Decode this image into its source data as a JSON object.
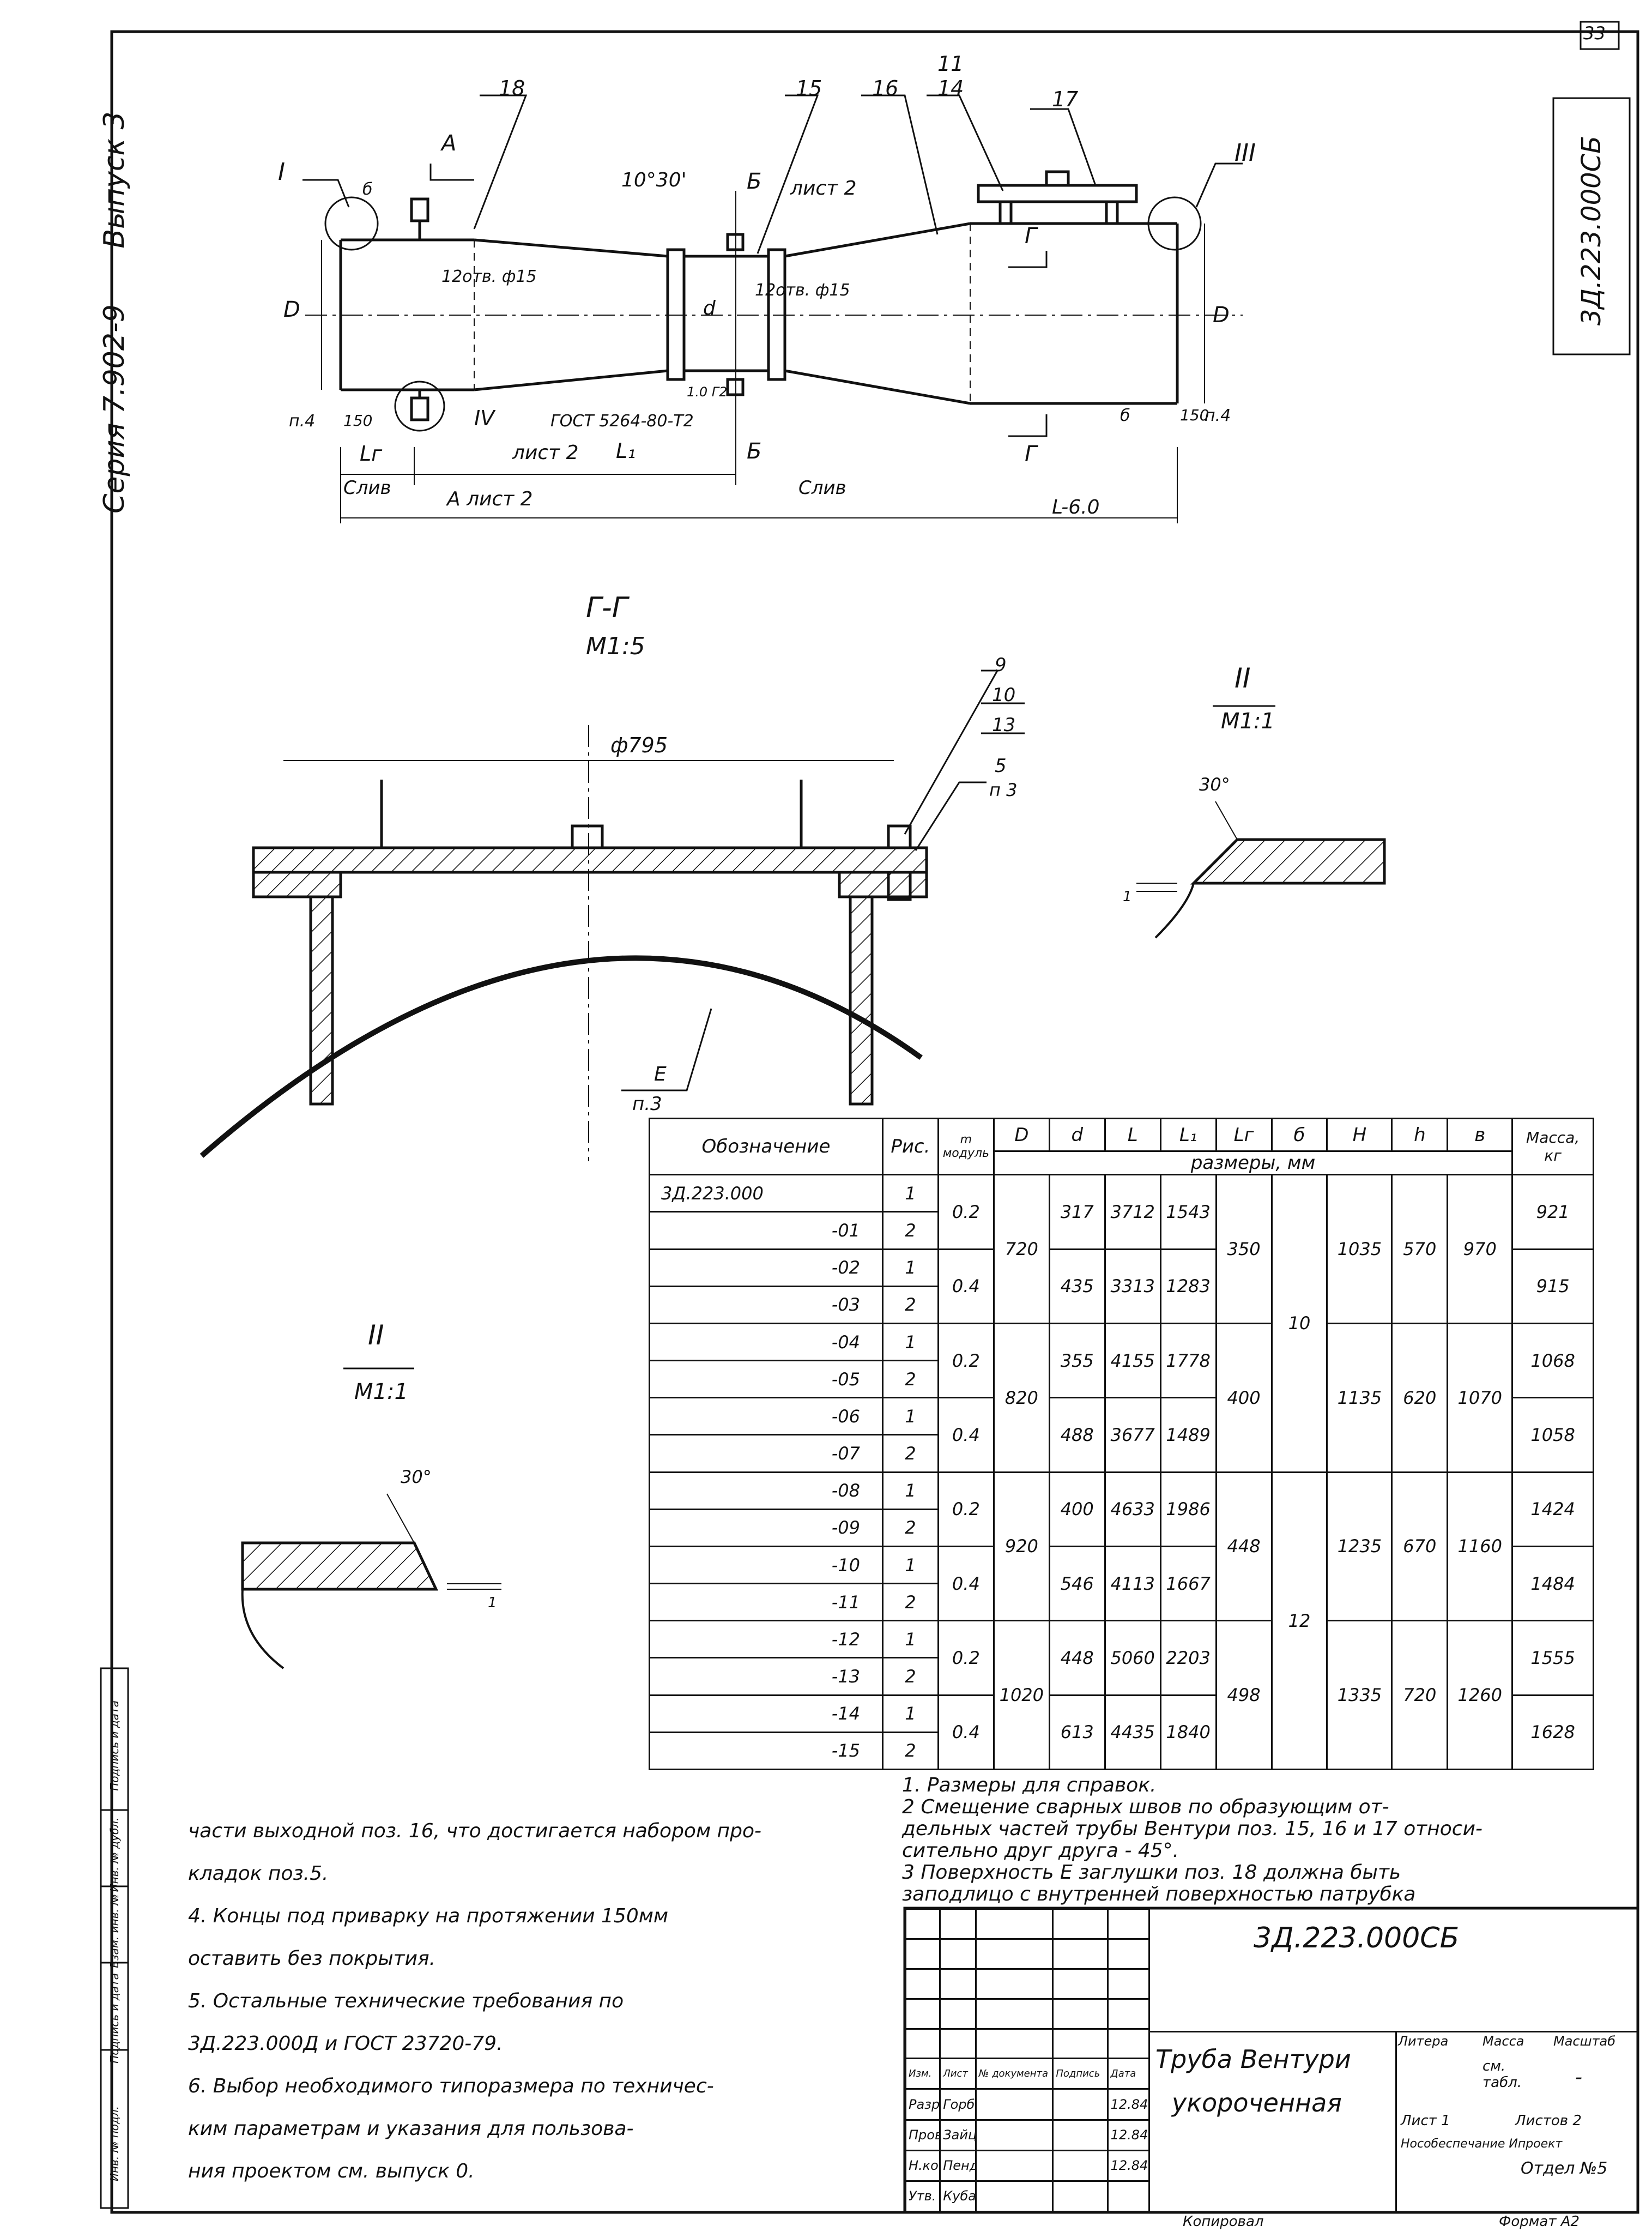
{
  "sheet": {
    "page_number": "33",
    "side_code": "3Д.223.000СБ",
    "series": "Серия 7.902-9",
    "issue": "Выпуск 3"
  },
  "main_view": {
    "labels": {
      "pos18": "18",
      "pos15": "15",
      "pos16": "16",
      "pos11": "11",
      "pos14": "14",
      "pos17": "17",
      "callout1": "I",
      "callout3": "III",
      "callout4": "IV",
      "sectionA": "А",
      "sectionB_top": "Б",
      "sectionB_bottom": "Б",
      "sectionG_top": "Г",
      "sectionG_bottom": "Г",
      "angle": "10°30'",
      "list2_top": "лист 2",
      "holes_left": "12отв. ф15",
      "holes_right": "12отв. ф15",
      "D_left": "D",
      "D_right": "D",
      "d": "d",
      "b_left": "б",
      "b_right": "б",
      "n4_left": "п.4",
      "n4_right": "п.4",
      "d150_left": "150",
      "d150_right": "150",
      "gost": "ГОСТ 5264-80-Т2",
      "weld_mark": "1.0 Г2",
      "Lg": "Lг",
      "list2_mid": "лист 2",
      "L1": "L₁",
      "sliv_left": "Слив",
      "sliv_right": "Слив",
      "A_list2": "А лист 2",
      "L_total": "L-6.0"
    }
  },
  "section_gg": {
    "title": "Г-Г",
    "scale": "М1:5",
    "diameter": "ф795",
    "pos9": "9",
    "pos10": "10",
    "pos13": "13",
    "pos5": "5",
    "pos5_note": "п 3",
    "E_label": "Е",
    "E_note": "п.3"
  },
  "detail_top": {
    "title": "II",
    "scale": "М1:1",
    "angle": "30°",
    "dim": "1"
  },
  "detail_left": {
    "title": "II",
    "scale": "М1:1",
    "angle": "30°",
    "dim": "1"
  },
  "spec_table": {
    "headers": {
      "designation": "Обозначение",
      "fig": "Рис.",
      "module": "m модуль",
      "D": "D",
      "d": "d",
      "L": "L",
      "L1": "L₁",
      "Lg": "Lг",
      "b1": "б",
      "H": "H",
      "h": "h",
      "b2": "в",
      "mass": "Масса, кг",
      "sizes": "размеры, мм"
    },
    "rows": [
      {
        "des": "3Д.223.000",
        "fig": "1"
      },
      {
        "des": "-01",
        "fig": "2"
      },
      {
        "des": "-02",
        "fig": "1"
      },
      {
        "des": "-03",
        "fig": "2"
      },
      {
        "des": "-04",
        "fig": "1"
      },
      {
        "des": "-05",
        "fig": "2"
      },
      {
        "des": "-06",
        "fig": "1"
      },
      {
        "des": "-07",
        "fig": "2"
      },
      {
        "des": "-08",
        "fig": "1"
      },
      {
        "des": "-09",
        "fig": "2"
      },
      {
        "des": "-10",
        "fig": "1"
      },
      {
        "des": "-11",
        "fig": "2"
      },
      {
        "des": "-12",
        "fig": "1"
      },
      {
        "des": "-13",
        "fig": "2"
      },
      {
        "des": "-14",
        "fig": "1"
      },
      {
        "des": "-15",
        "fig": "2"
      }
    ],
    "pairs": [
      {
        "m": "0.2",
        "d": "317",
        "L": "3712",
        "L1": "1543",
        "mass": "921"
      },
      {
        "m": "0.4",
        "d": "435",
        "L": "3313",
        "L1": "1283",
        "mass": "915"
      },
      {
        "m": "0.2",
        "d": "355",
        "L": "4155",
        "L1": "1778",
        "mass": "1068"
      },
      {
        "m": "0.4",
        "d": "488",
        "L": "3677",
        "L1": "1489",
        "mass": "1058"
      },
      {
        "m": "0.2",
        "d": "400",
        "L": "4633",
        "L1": "1986",
        "mass": "1424"
      },
      {
        "m": "0.4",
        "d": "546",
        "L": "4113",
        "L1": "1667",
        "mass": "1484"
      },
      {
        "m": "0.2",
        "d": "448",
        "L": "5060",
        "L1": "2203",
        "mass": "1555"
      },
      {
        "m": "0.4",
        "d": "613",
        "L": "4435",
        "L1": "1840",
        "mass": "1628"
      }
    ],
    "quads": [
      {
        "D": "720",
        "Lg": "350",
        "H": "1035",
        "h": "570",
        "b2": "970"
      },
      {
        "D": "820",
        "Lg": "400",
        "H": "1135",
        "h": "620",
        "b2": "1070"
      },
      {
        "D": "920",
        "Lg": "448",
        "H": "1235",
        "h": "670",
        "b2": "1160"
      },
      {
        "D": "1020",
        "Lg": "498",
        "H": "1335",
        "h": "720",
        "b2": "1260"
      }
    ],
    "b1_groups": [
      "10",
      "12"
    ]
  },
  "notes_right": [
    "1. Размеры для справок.",
    "2 Смещение сварных швов по образующим от-",
    "дельных частей трубы Вентури поз. 15, 16 и 17 относи-",
    "сительно друг друга - 45°.",
    "3 Поверхность Е заглушки поз. 18 должна быть",
    "заподлицо с внутренней поверхностью патрубка"
  ],
  "notes_left": [
    "части выходной поз. 16, что достигается набором про-",
    "кладок поз.5.",
    "4. Концы под приварку на протяжении 150мм",
    "оставить без покрытия.",
    "5. Остальные технические требования по",
    "3Д.223.000Д и ГОСТ 23720-79.",
    "6. Выбор необходимого типоразмера по техничес-",
    "ким параметрам и указания для пользова-",
    "ния проектом см. выпуск 0."
  ],
  "title_block": {
    "doc_code": "3Д.223.000СБ",
    "name_line1": "Труба Вентури",
    "name_line2": "укороченная",
    "lit": "Литера",
    "mass": "Масса",
    "scale": "Масштаб",
    "mass_value": "см. табл.",
    "scale_value": "-",
    "sheet": "Лист 1",
    "sheets": "Листов 2",
    "org1": "Нособеспечание Ипроект",
    "org2": "Отдел №5",
    "rows": [
      {
        "a": "Изм.",
        "b": "Лист",
        "c": "№ документа",
        "d": "Подпись",
        "e": "Дата"
      },
      {
        "a": "Разраб.",
        "b": "Горбатых",
        "c": "",
        "d": "",
        "e": "12.84"
      },
      {
        "a": "Пров.",
        "b": "Зайцева",
        "c": "",
        "d": "",
        "e": "12.84"
      },
      {
        "a": "Н.контр.",
        "b": "Пендюгов",
        "c": "",
        "d": "",
        "e": "12.84"
      },
      {
        "a": "Утв.",
        "b": "Кубасов",
        "c": "",
        "d": "",
        "e": ""
      }
    ],
    "copied": "Копировал",
    "format": "Формат А2"
  },
  "side_stamps": [
    "Инв. № подл.",
    "Подпись и дата",
    "Взам. инв. №",
    "Инв. № дубл.",
    "Подпись и дата"
  ]
}
